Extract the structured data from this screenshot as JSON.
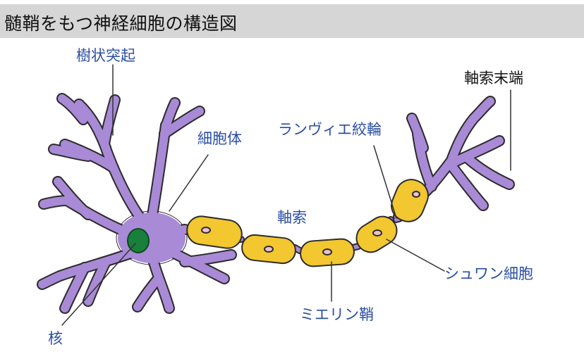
{
  "title": "髄鞘をもつ神経細胞の構造図",
  "labels": {
    "dendrite": "樹状突起",
    "cell_body": "細胞体",
    "axon": "軸索",
    "nucleus": "核",
    "node_of_ranvier": "ランヴィエ絞輪",
    "axon_terminal": "軸索末端",
    "schwann_cell": "シュワン細胞",
    "myelin_sheath": "ミエリン鞘"
  },
  "colors": {
    "neuron": "#a98ad6",
    "neuron_outline": "#2b2b2b",
    "myelin": "#f2c72f",
    "schwann_nucleus": "#eec0cf",
    "cell_nucleus": "#18803a",
    "label_blue": "#2a4ea3",
    "label_black": "#111111",
    "title_bg": "#d6d6d6"
  }
}
